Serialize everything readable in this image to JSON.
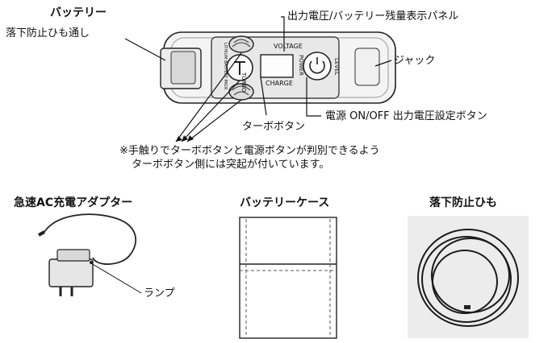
{
  "top": {
    "battery_title": "バッテリー",
    "strap_through_label": "落下防止ひも通し",
    "display_panel_label": "出力電圧/バッテリー残量表示パネル",
    "jack_label": "ジャック",
    "power_button_label": "電源 ON/OFF 出力電圧設定ボタン",
    "turbo_button_label": "ターボボタン",
    "note_line1": "※手触りでターボボタンと電源ボタンが判別できるよう",
    "note_line2": "ターボボタン側には突起が付いています。"
  },
  "device": {
    "voltage_label": "VOLTAGE",
    "charge_label": "CHARGE",
    "turbo_label": "TURBO",
    "power_label": "POWER",
    "level_label": "LEVEL",
    "battery_pack_label": "LITHIUM BATTERY PACK"
  },
  "accessories": {
    "adapter_title": "急速AC充電アダプター",
    "adapter_lamp_label": "ランプ",
    "case_title": "バッテリーケース",
    "strap_title": "落下防止ひも"
  },
  "colors": {
    "line": "#111111",
    "device_body": "#f2f2f2",
    "device_shadow": "#cfcfcf",
    "photo_bg": "#e9e9e9"
  }
}
